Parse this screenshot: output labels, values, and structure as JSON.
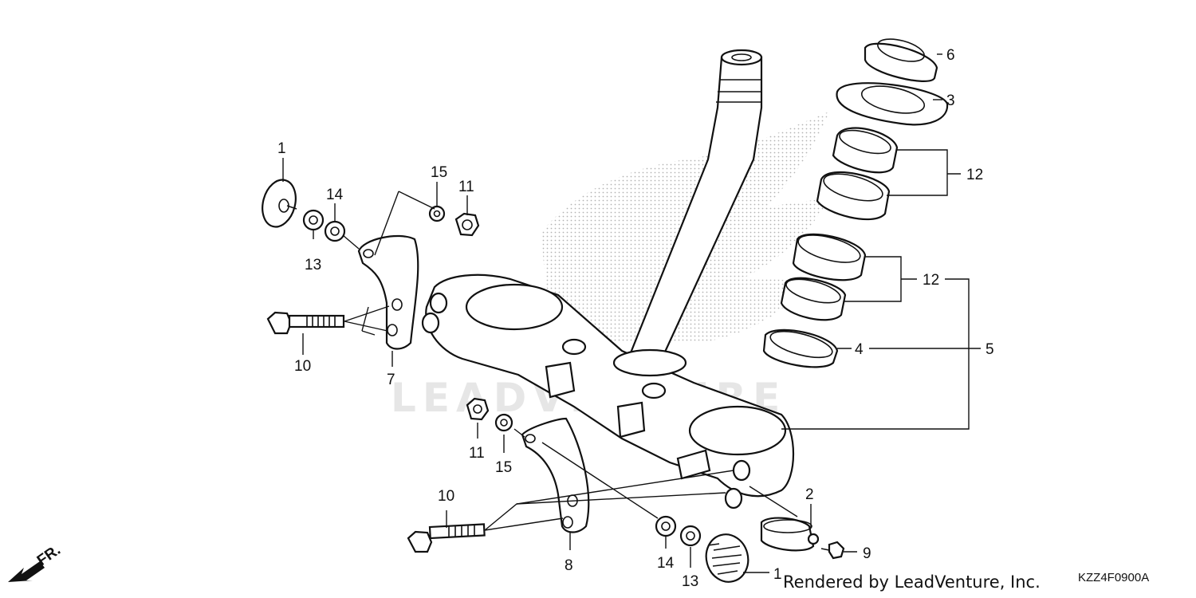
{
  "diagram": {
    "callouts": [
      "1",
      "2",
      "3",
      "4",
      "5",
      "6",
      "7",
      "8",
      "9",
      "10",
      "11",
      "12",
      "13",
      "14",
      "15"
    ],
    "watermark": "LEADVENTURE",
    "front_marker": "FR.",
    "footer_credit": "Rendered by LeadVenture, Inc.",
    "diagram_code": "KZZ4F0900A"
  }
}
